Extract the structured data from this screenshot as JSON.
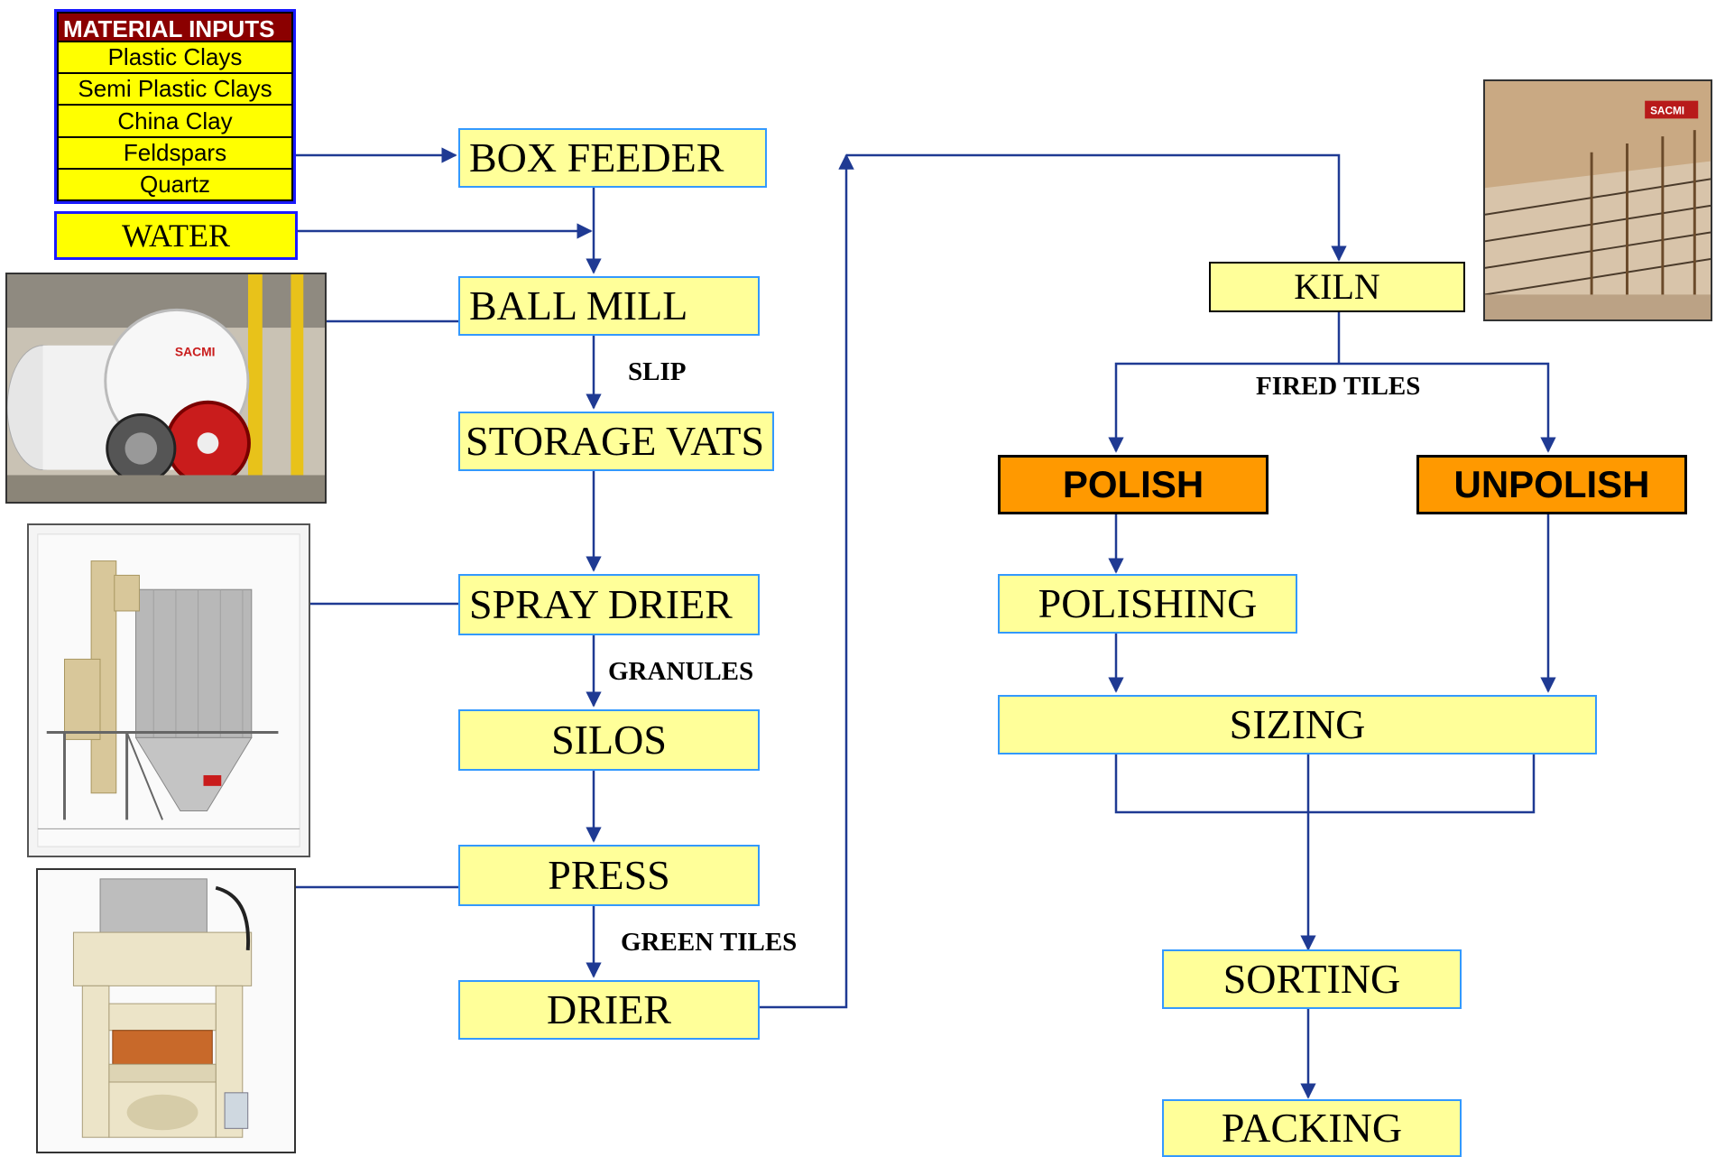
{
  "material_inputs": {
    "header": "MATERIAL INPUTS",
    "items": [
      "Plastic Clays",
      "Semi Plastic Clays",
      "China Clay",
      "Feldspars",
      "Quartz"
    ]
  },
  "water": "WATER",
  "steps": {
    "box_feeder": "BOX FEEDER",
    "ball_mill": "BALL MILL",
    "storage_vats": "STORAGE VATS",
    "spray_drier": "SPRAY DRIER",
    "silos": "SILOS",
    "press": "PRESS",
    "drier": "DRIER",
    "kiln": "KILN",
    "polish": "POLISH",
    "unpolish": "UNPOLISH",
    "polishing": "POLISHING",
    "sizing": "SIZING",
    "sorting": "SORTING",
    "packing": "PACKING"
  },
  "edge_labels": {
    "slip": "SLIP",
    "granules": "GRANULES",
    "green_tiles": "GREEN TILES",
    "fired_tiles": "FIRED TILES"
  },
  "photo_brand": "SACMI",
  "colors": {
    "box_fill": "#ffff99",
    "box_border": "#3399ff",
    "connector": "#1f3a93",
    "orange": "#ff9900",
    "header_red": "#8b0000"
  }
}
